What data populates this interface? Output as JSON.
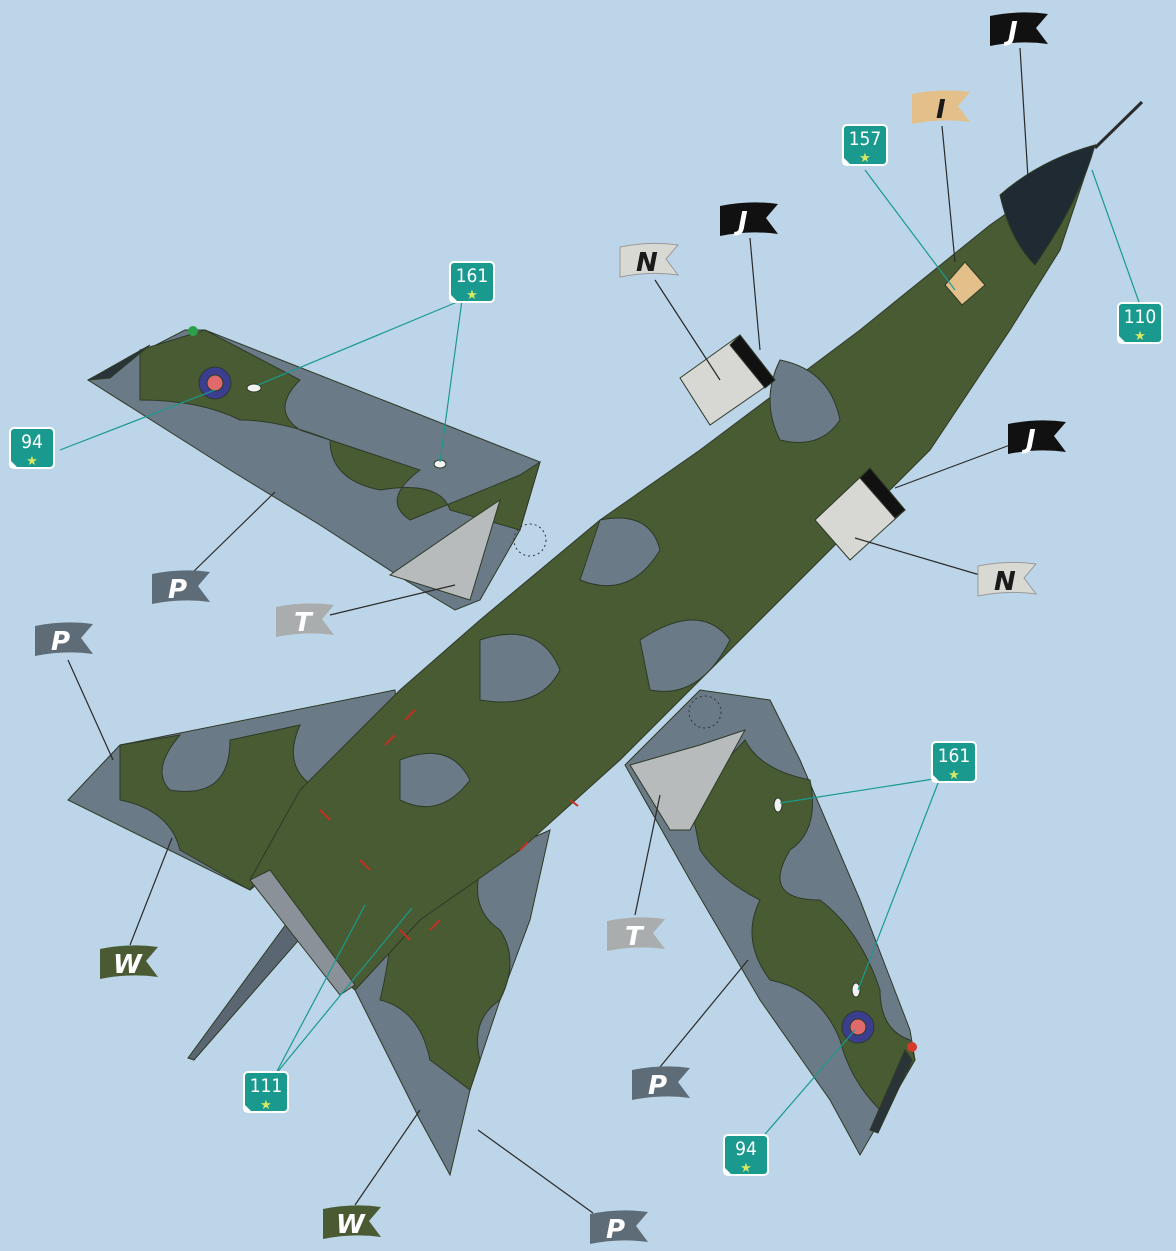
{
  "colors": {
    "background": "#bcd5e8",
    "camo_green": "#495b33",
    "camo_grey": "#6b7a87",
    "light_grey": "#b7bbbb",
    "radome": "#1f2a33",
    "badge_teal": "#1a9a8e",
    "roundel_blue": "#3b3d8e",
    "roundel_red": "#e0696b"
  },
  "flags": {
    "j1": {
      "letter": "J",
      "fill": "#111111",
      "text": "#ffffff"
    },
    "i1": {
      "letter": "I",
      "fill": "#e3c08a",
      "text": "#1a1a1a"
    },
    "j2": {
      "letter": "J",
      "fill": "#111111",
      "text": "#ffffff"
    },
    "n1": {
      "letter": "N",
      "fill": "#d9d9d4",
      "text": "#1a1a1a"
    },
    "j3": {
      "letter": "J",
      "fill": "#111111",
      "text": "#ffffff"
    },
    "n2": {
      "letter": "N",
      "fill": "#d9d9d4",
      "text": "#1a1a1a"
    },
    "p1": {
      "letter": "P",
      "fill": "#5e6c77",
      "text": "#ffffff"
    },
    "t1": {
      "letter": "T",
      "fill": "#a9adad",
      "text": "#ffffff"
    },
    "p2": {
      "letter": "P",
      "fill": "#5e6c77",
      "text": "#ffffff"
    },
    "w1": {
      "letter": "W",
      "fill": "#4a5a33",
      "text": "#ffffff"
    },
    "t2": {
      "letter": "T",
      "fill": "#a9adad",
      "text": "#ffffff"
    },
    "p3": {
      "letter": "P",
      "fill": "#5e6c77",
      "text": "#ffffff"
    },
    "w2": {
      "letter": "W",
      "fill": "#4a5a33",
      "text": "#ffffff"
    },
    "p4": {
      "letter": "P",
      "fill": "#5e6c77",
      "text": "#ffffff"
    }
  },
  "badges": {
    "b157": "157",
    "b110": "110",
    "b161a": "161",
    "b94a": "94",
    "b161b": "161",
    "b94b": "94",
    "b111": "111"
  },
  "badge_star": "★"
}
